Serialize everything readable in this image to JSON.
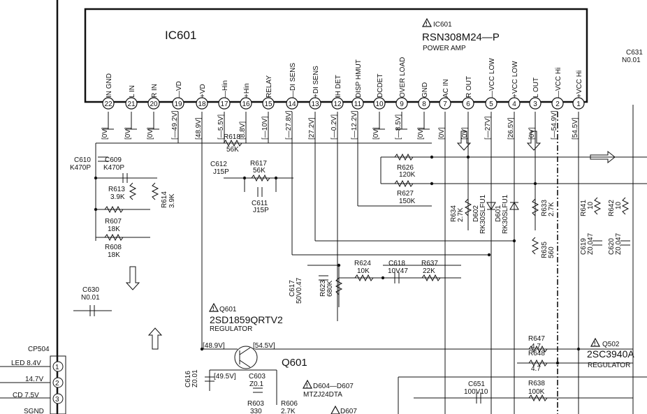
{
  "ic601": {
    "label": "IC601",
    "ref": "IC601",
    "part": "RSN308M24—P",
    "desc": "POWER AMP",
    "pins": [
      {
        "num": "22",
        "name": "IN GND",
        "volt": "[0V]"
      },
      {
        "num": "21",
        "name": "L IN",
        "volt": "[0V]"
      },
      {
        "num": "20",
        "name": "R IN",
        "volt": "[0V]"
      },
      {
        "num": "19",
        "name": "—VD",
        "volt": "[—49.2V]"
      },
      {
        "num": "18",
        "name": "+VD",
        "volt": "[48.9V]"
      },
      {
        "num": "17",
        "name": "—Hin",
        "volt": "[—5.5V]"
      },
      {
        "num": "16",
        "name": "+Hin",
        "volt": "[8.8V]"
      },
      {
        "num": "15",
        "name": "RELAY",
        "volt": "[—10V]"
      },
      {
        "num": "14",
        "name": "—DI SENS",
        "volt": "[—27.8V]"
      },
      {
        "num": "13",
        "name": "+DI SENS",
        "volt": "[27.2V]"
      },
      {
        "num": "12",
        "name": "IH DET",
        "volt": "[—0.2V]"
      },
      {
        "num": "11",
        "name": "DISP HMUT",
        "volt": "[—12.2V]"
      },
      {
        "num": "10",
        "name": "DCDET",
        "volt": "[0V]"
      },
      {
        "num": "9",
        "name": "OVER LOAD",
        "volt": "[—8.5V]"
      },
      {
        "num": "8",
        "name": "GND",
        "volt": "[0V]"
      },
      {
        "num": "7",
        "name": "AC IN",
        "volt": "[0V]"
      },
      {
        "num": "6",
        "name": "R OUT",
        "volt": "[0V]"
      },
      {
        "num": "5",
        "name": "—VCC LOW",
        "volt": "[—27V]"
      },
      {
        "num": "4",
        "name": "+VCC LOW",
        "volt": "[26.5V]"
      },
      {
        "num": "3",
        "name": "L OUT",
        "volt": "[0V]"
      },
      {
        "num": "2",
        "name": "—VCC Hi",
        "volt": "[—54.9V]"
      },
      {
        "num": "1",
        "name": "+VCC Hi",
        "volt": "[54.5V]"
      }
    ]
  },
  "components": {
    "c610": [
      "C610",
      "K470P"
    ],
    "c609": [
      "C609",
      "K470P"
    ],
    "r613": [
      "R613",
      "3.9K"
    ],
    "r614": [
      "R614",
      "3.9K"
    ],
    "r607": [
      "R607",
      "18K"
    ],
    "r608": [
      "R608",
      "18K"
    ],
    "c612": [
      "C612",
      "J15P"
    ],
    "r618": [
      "R618",
      "56K"
    ],
    "r617": [
      "R617",
      "56K"
    ],
    "c611": [
      "C611",
      "J15P"
    ],
    "r626": [
      "R626",
      "120K"
    ],
    "r627": [
      "R627",
      "150K"
    ],
    "r634": [
      "R634",
      "2.7K"
    ],
    "d602": [
      "D602",
      "RK30SLFU1"
    ],
    "d601": [
      "D601",
      "RK30SLFU1"
    ],
    "r633": [
      "R633",
      "2.7K"
    ],
    "r635": [
      "R635",
      "560"
    ],
    "r641": [
      "R641",
      "10"
    ],
    "r642": [
      "R642",
      "10"
    ],
    "c619": [
      "C619",
      "Z0.047"
    ],
    "c620": [
      "C620",
      "Z0.047"
    ],
    "c631": [
      "C631",
      "N0.01"
    ],
    "c630": [
      "C630",
      "N0.01"
    ],
    "c617": [
      "C617",
      "50V0.47"
    ],
    "r623": [
      "R623",
      "680K"
    ],
    "r624": [
      "R624",
      "10K"
    ],
    "c618": [
      "C618",
      "10V47"
    ],
    "r637": [
      "R637",
      "22K"
    ],
    "q601": {
      "ref": "Q601",
      "part": "2SD1859QRTV2",
      "desc": "REGULATOR",
      "label": "Q601"
    },
    "c616": [
      "C616",
      "Z0.01"
    ],
    "c603": [
      "C603",
      "Z0.1"
    ],
    "r603": [
      "R603",
      "330"
    ],
    "r606": [
      "R606",
      "2.7K"
    ],
    "d604": [
      "D604—D607",
      "MTZJ24DTA"
    ],
    "d607": "D607",
    "c651": [
      "C651",
      "100V10"
    ],
    "r647": [
      "R647",
      "4.7"
    ],
    "r648": [
      "R648",
      "4.7"
    ],
    "r638": [
      "R638",
      "100K"
    ],
    "q502": {
      "ref": "Q502",
      "part": "2SC3940A",
      "desc": "REGULATOR"
    },
    "q601_volts": {
      "c": "[48.9V]",
      "e": "[54.5V]",
      "b": "[49.5V]"
    }
  },
  "connector": {
    "ref": "CP504",
    "pins": [
      {
        "num": "1",
        "label": "LED 8.4V"
      },
      {
        "num": "2",
        "label": "14.7V"
      },
      {
        "num": "3",
        "label": "CD 7.5V"
      },
      {
        "num": "",
        "label": "SGND"
      }
    ]
  }
}
